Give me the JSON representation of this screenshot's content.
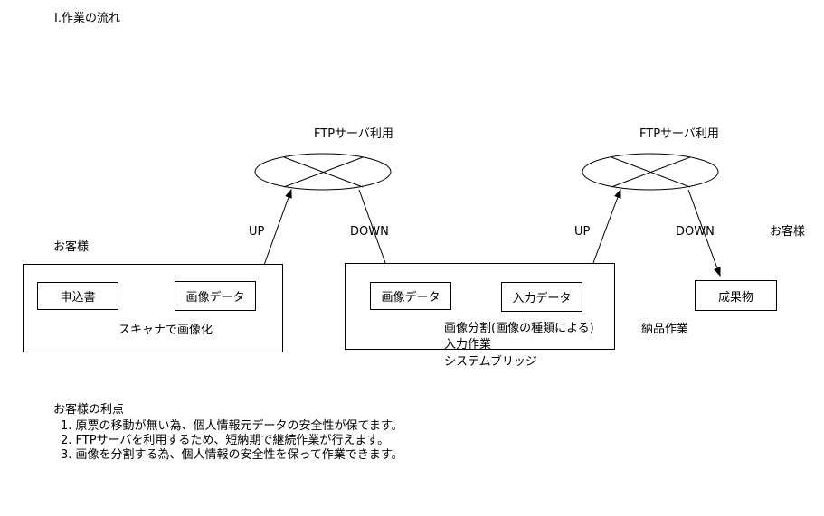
{
  "section_title": "Ⅰ.作業の流れ",
  "ftp_label_1": "FTPサーバ利用",
  "ftp_label_2": "FTPサーバ利用",
  "customer_label_left": "お客様",
  "customer_label_right": "お客様",
  "nodes": {
    "application_form": "申込書",
    "image_data_left": "画像データ",
    "image_data_mid": "画像データ",
    "input_data": "入力データ",
    "deliverable": "成果物"
  },
  "arrows": {
    "up_left": "UP",
    "down_left": "DOWN",
    "up_right": "UP",
    "down_right": "DOWN"
  },
  "captions": {
    "scan": "スキャナで画像化",
    "split": "画像分割(画像の種類による)",
    "input_work": "入力作業",
    "system_bridge": "システムブリッジ",
    "delivery": "納品作業"
  },
  "benefits": {
    "heading": "お客様の利点",
    "items": [
      "1. 原票の移動が無い為、個人情報元データの安全性が保てます。",
      "2. FTPサーバを利用するため、短納期で継続作業が行えます。",
      "3. 画像を分割する為、個人情報の安全性を保って作業できます。"
    ]
  }
}
